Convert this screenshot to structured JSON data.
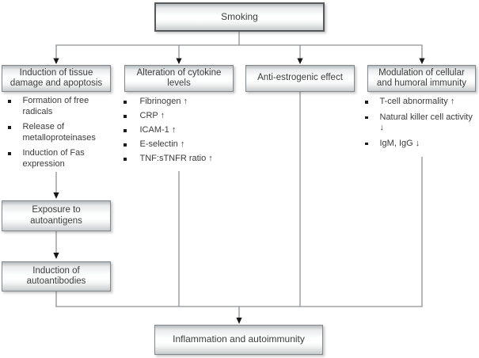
{
  "diagram": {
    "root": {
      "label": "Smoking"
    },
    "branches": [
      {
        "header": "Induction of tissue damage and apoptosis",
        "bullets": [
          "Formation of free radicals",
          "Release of metalloproteinases",
          "Induction of Fas expression"
        ]
      },
      {
        "header": "Alteration of cytokine levels",
        "bullets": [
          "Fibrinogen ↑",
          "CRP ↑",
          "ICAM-1 ↑",
          "E-selectin ↑",
          "TNF:sTNFR ratio ↑"
        ]
      },
      {
        "header": "Anti-estrogenic effect",
        "bullets": []
      },
      {
        "header": "Modulation of cellular and humoral immunity",
        "bullets": [
          "T-cell abnormality ↑",
          "Natural killer cell activity ↓",
          "IgM, IgG ↓"
        ]
      }
    ],
    "chain": [
      {
        "label": "Exposure to autoantigens"
      },
      {
        "label": "Induction of autoantibodies"
      }
    ],
    "outcome": {
      "label": "Inflammation and autoimmunity"
    }
  },
  "colors": {
    "background": "#ffffff",
    "box_border": "#81878a",
    "root_box_border": "#55595c",
    "box_gradient_top": "#b5b9bc",
    "box_gradient_middle": "#ffffff",
    "box_gradient_bottom": "#c8cccd",
    "connector_line": "#8d9194",
    "arrowhead": "#161616",
    "text": "#3b3b3b"
  }
}
